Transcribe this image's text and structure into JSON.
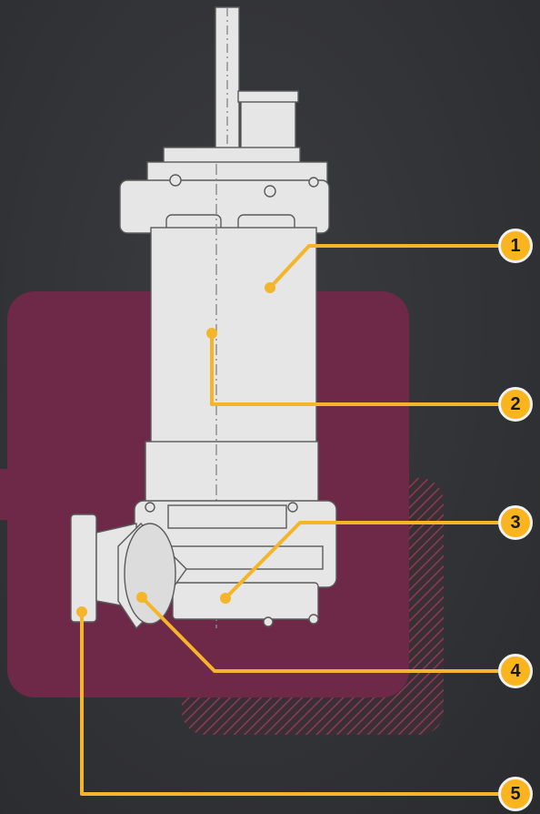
{
  "colors": {
    "background": "#2f3033",
    "panel": "#6e2848",
    "callout": "#f5b52a",
    "pump_fill": "#e6e6e6",
    "pump_stroke": "#5a5a5a"
  },
  "callouts": [
    {
      "label": "1"
    },
    {
      "label": "2"
    },
    {
      "label": "3"
    },
    {
      "label": "4"
    },
    {
      "label": "5"
    }
  ]
}
